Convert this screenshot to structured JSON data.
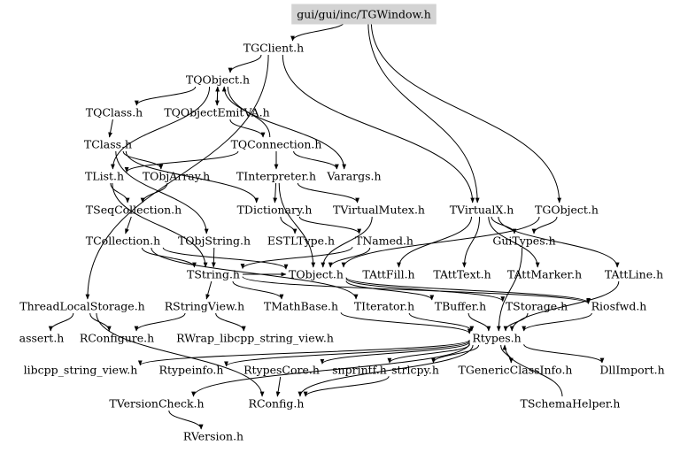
{
  "graph": {
    "root": "gui/gui/inc/TGWindow.h",
    "nodes": [
      {
        "id": "TGWindow",
        "label": "gui/gui/inc/TGWindow.h",
        "root": true
      },
      {
        "id": "TGClient",
        "label": "TGClient.h"
      },
      {
        "id": "TQObject",
        "label": "TQObject.h"
      },
      {
        "id": "TQClass",
        "label": "TQClass.h"
      },
      {
        "id": "TQObjectEmitVA",
        "label": "TQObjectEmitVA.h"
      },
      {
        "id": "TClass",
        "label": "TClass.h"
      },
      {
        "id": "TQConnection",
        "label": "TQConnection.h"
      },
      {
        "id": "TList",
        "label": "TList.h"
      },
      {
        "id": "TObjArray",
        "label": "TObjArray.h"
      },
      {
        "id": "TInterpreter",
        "label": "TInterpreter.h"
      },
      {
        "id": "Varargs",
        "label": "Varargs.h"
      },
      {
        "id": "TSeqCollection",
        "label": "TSeqCollection.h"
      },
      {
        "id": "TDictionary",
        "label": "TDictionary.h"
      },
      {
        "id": "TVirtualMutex",
        "label": "TVirtualMutex.h"
      },
      {
        "id": "TVirtualX",
        "label": "TVirtualX.h"
      },
      {
        "id": "TGObject",
        "label": "TGObject.h"
      },
      {
        "id": "TCollection",
        "label": "TCollection.h"
      },
      {
        "id": "TObjString",
        "label": "TObjString.h"
      },
      {
        "id": "ESTLType",
        "label": "ESTLType.h"
      },
      {
        "id": "TNamed",
        "label": "TNamed.h"
      },
      {
        "id": "GuiTypes",
        "label": "GuiTypes.h"
      },
      {
        "id": "TString",
        "label": "TString.h"
      },
      {
        "id": "TObject",
        "label": "TObject.h"
      },
      {
        "id": "TAttFill",
        "label": "TAttFill.h"
      },
      {
        "id": "TAttText",
        "label": "TAttText.h"
      },
      {
        "id": "TAttMarker",
        "label": "TAttMarker.h"
      },
      {
        "id": "TAttLine",
        "label": "TAttLine.h"
      },
      {
        "id": "ThreadLocalStorage",
        "label": "ThreadLocalStorage.h"
      },
      {
        "id": "RStringView",
        "label": "RStringView.h"
      },
      {
        "id": "TMathBase",
        "label": "TMathBase.h"
      },
      {
        "id": "TIterator",
        "label": "TIterator.h"
      },
      {
        "id": "TBuffer",
        "label": "TBuffer.h"
      },
      {
        "id": "TStorage",
        "label": "TStorage.h"
      },
      {
        "id": "Riosfwd",
        "label": "Riosfwd.h"
      },
      {
        "id": "assert",
        "label": "assert.h"
      },
      {
        "id": "RConfigure",
        "label": "RConfigure.h"
      },
      {
        "id": "RWrap",
        "label": "RWrap_libcpp_string_view.h"
      },
      {
        "id": "Rtypes",
        "label": "Rtypes.h"
      },
      {
        "id": "libcpp",
        "label": "libcpp_string_view.h"
      },
      {
        "id": "Rtypeinfo",
        "label": "Rtypeinfo.h"
      },
      {
        "id": "RtypesCore",
        "label": "RtypesCore.h"
      },
      {
        "id": "snprintf",
        "label": "snprintf.h"
      },
      {
        "id": "strlcpy",
        "label": "strlcpy.h"
      },
      {
        "id": "TGenericClassInfo",
        "label": "TGenericClassInfo.h"
      },
      {
        "id": "DllImport",
        "label": "DllImport.h"
      },
      {
        "id": "TVersionCheck",
        "label": "TVersionCheck.h"
      },
      {
        "id": "RConfig",
        "label": "RConfig.h"
      },
      {
        "id": "TSchemaHelper",
        "label": "TSchemaHelper.h"
      },
      {
        "id": "RVersion",
        "label": "RVersion.h"
      }
    ],
    "edges": [
      [
        "TGWindow",
        "TGClient"
      ],
      [
        "TGWindow",
        "TGObject"
      ],
      [
        "TGWindow",
        "TVirtualX"
      ],
      [
        "TGClient",
        "TQObject"
      ],
      [
        "TGClient",
        "ThreadLocalStorage"
      ],
      [
        "TGClient",
        "TVirtualX"
      ],
      [
        "TQObject",
        "TQClass"
      ],
      [
        "TQObject",
        "TQObjectEmitVA"
      ],
      [
        "TQObject",
        "TList"
      ],
      [
        "TQObject",
        "Varargs"
      ],
      [
        "TQClass",
        "TClass"
      ],
      [
        "TQObjectEmitVA",
        "TQObject"
      ],
      [
        "TQObjectEmitVA",
        "TQConnection"
      ],
      [
        "TQConnection",
        "TQObject"
      ],
      [
        "TQConnection",
        "TInterpreter"
      ],
      [
        "TQConnection",
        "Varargs"
      ],
      [
        "TQConnection",
        "TList"
      ],
      [
        "TClass",
        "TObjArray"
      ],
      [
        "TClass",
        "TDictionary"
      ],
      [
        "TClass",
        "TObjString"
      ],
      [
        "TList",
        "TSeqCollection"
      ],
      [
        "TList",
        "TString"
      ],
      [
        "TObjArray",
        "TSeqCollection"
      ],
      [
        "TInterpreter",
        "TDictionary"
      ],
      [
        "TInterpreter",
        "TVirtualMutex"
      ],
      [
        "TInterpreter",
        "TObject"
      ],
      [
        "TSeqCollection",
        "TCollection"
      ],
      [
        "TDictionary",
        "ESTLType"
      ],
      [
        "TDictionary",
        "TNamed"
      ],
      [
        "TVirtualMutex",
        "TObject"
      ],
      [
        "TVirtualX",
        "GuiTypes"
      ],
      [
        "TVirtualX",
        "TAttFill"
      ],
      [
        "TVirtualX",
        "TAttText"
      ],
      [
        "TVirtualX",
        "TAttMarker"
      ],
      [
        "TVirtualX",
        "TAttLine"
      ],
      [
        "TGObject",
        "GuiTypes"
      ],
      [
        "TGObject",
        "TObject"
      ],
      [
        "TCollection",
        "TObject"
      ],
      [
        "TCollection",
        "TIterator"
      ],
      [
        "TCollection",
        "TString"
      ],
      [
        "TObjString",
        "TString"
      ],
      [
        "TNamed",
        "TObject"
      ],
      [
        "TNamed",
        "TString"
      ],
      [
        "GuiTypes",
        "Rtypes"
      ],
      [
        "TString",
        "RStringView"
      ],
      [
        "TString",
        "TMathBase"
      ],
      [
        "TString",
        "Riosfwd"
      ],
      [
        "TString",
        "TObject"
      ],
      [
        "TObject",
        "TStorage"
      ],
      [
        "TObject",
        "TBuffer"
      ],
      [
        "TObject",
        "Riosfwd"
      ],
      [
        "RStringView",
        "RConfigure"
      ],
      [
        "RStringView",
        "RWrap"
      ],
      [
        "ThreadLocalStorage",
        "assert"
      ],
      [
        "ThreadLocalStorage",
        "RConfigure"
      ],
      [
        "ThreadLocalStorage",
        "RConfig"
      ],
      [
        "TMathBase",
        "Rtypes"
      ],
      [
        "TIterator",
        "Rtypes"
      ],
      [
        "TBuffer",
        "Rtypes"
      ],
      [
        "TStorage",
        "Rtypes"
      ],
      [
        "Riosfwd",
        "Rtypes"
      ],
      [
        "TAttLine",
        "Rtypes"
      ],
      [
        "Rtypes",
        "Rtypeinfo"
      ],
      [
        "Rtypes",
        "RtypesCore"
      ],
      [
        "Rtypes",
        "snprintf"
      ],
      [
        "Rtypes",
        "strlcpy"
      ],
      [
        "Rtypes",
        "TGenericClassInfo"
      ],
      [
        "Rtypes",
        "DllImport"
      ],
      [
        "Rtypes",
        "libcpp"
      ],
      [
        "Rtypes",
        "TVersionCheck"
      ],
      [
        "Rtypes",
        "RConfig"
      ],
      [
        "RtypesCore",
        "RConfig"
      ],
      [
        "TSchemaHelper",
        "Rtypes"
      ],
      [
        "TVersionCheck",
        "RVersion"
      ],
      [
        "strlcpy",
        "RConfig"
      ]
    ]
  }
}
